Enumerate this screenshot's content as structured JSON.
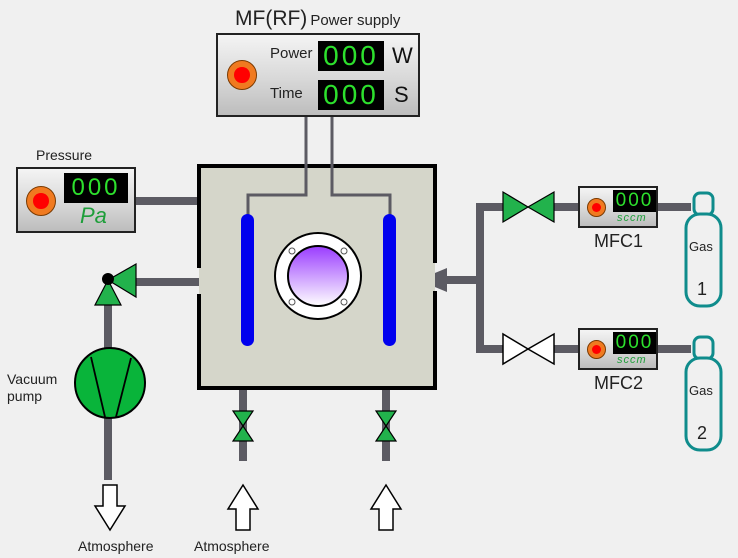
{
  "power_supply": {
    "title_main": "MF(RF)",
    "title_sub": "Power supply",
    "power_label": "Power",
    "power_value": "000",
    "power_unit": "W",
    "time_label": "Time",
    "time_value": "000",
    "time_unit": "S"
  },
  "pressure_gauge": {
    "label": "Pressure",
    "value": "000",
    "unit": "Pa"
  },
  "vacuum_pump": {
    "label_line1": "Vacuum",
    "label_line2": "pump"
  },
  "exhaust": {
    "label": "Atmosphere"
  },
  "vent": {
    "label": "Atmosphere"
  },
  "mfc1": {
    "label": "MFC1",
    "value": "000",
    "unit": "sccm",
    "valve_state": "open"
  },
  "mfc2": {
    "label": "MFC2",
    "value": "000",
    "unit": "sccm",
    "valve_state": "closed"
  },
  "gas1": {
    "label": "Gas",
    "number": "1"
  },
  "gas2": {
    "label": "Gas",
    "number": "2"
  },
  "colors": {
    "pipe": "#5c5b63",
    "valve_open": "#22b24c",
    "chamber": "#d5d6ca",
    "electrode": "#0000ee",
    "display_digits": "#2de02d",
    "cylinder": "#0f8c8c"
  }
}
